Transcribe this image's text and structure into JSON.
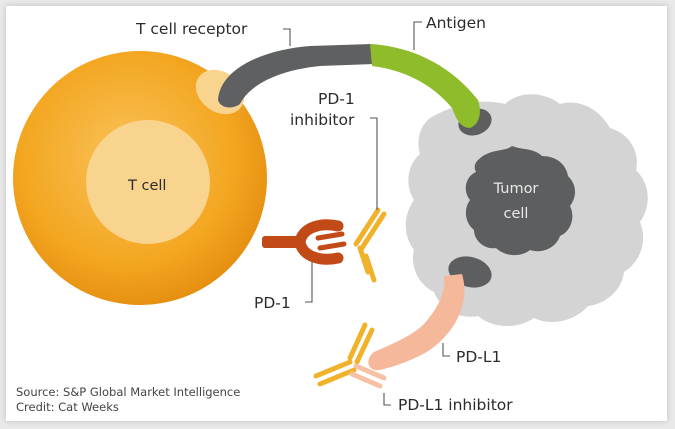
{
  "diagram": {
    "title": "PD-1 / PD-L1 checkpoint inhibitor mechanism",
    "labels": {
      "t_cell_receptor": "T cell receptor",
      "antigen": "Antigen",
      "pd1_inhibitor_line1": "PD-1",
      "pd1_inhibitor_line2": "inhibitor",
      "t_cell": "T cell",
      "tumor_cell_line1": "Tumor",
      "tumor_cell_line2": "cell",
      "pd1": "PD-1",
      "pdl1": "PD-L1",
      "pdl1_inhibitor": "PD-L1 inhibitor"
    },
    "footer": {
      "source": "Source: S&P Global Market Intelligence",
      "credit": "Credit: Cat Weeks"
    },
    "colors": {
      "t_cell_outer": "#f2a41c",
      "t_cell_inner": "#f9d08a",
      "receptor": "#5f6062",
      "antigen": "#8fbc2a",
      "tumor_outer": "#d3d3d3",
      "tumor_inner": "#5d5e60",
      "pd1": "#c24a17",
      "antibody": "#f0b22a",
      "pdl1": "#f6b89a"
    }
  }
}
